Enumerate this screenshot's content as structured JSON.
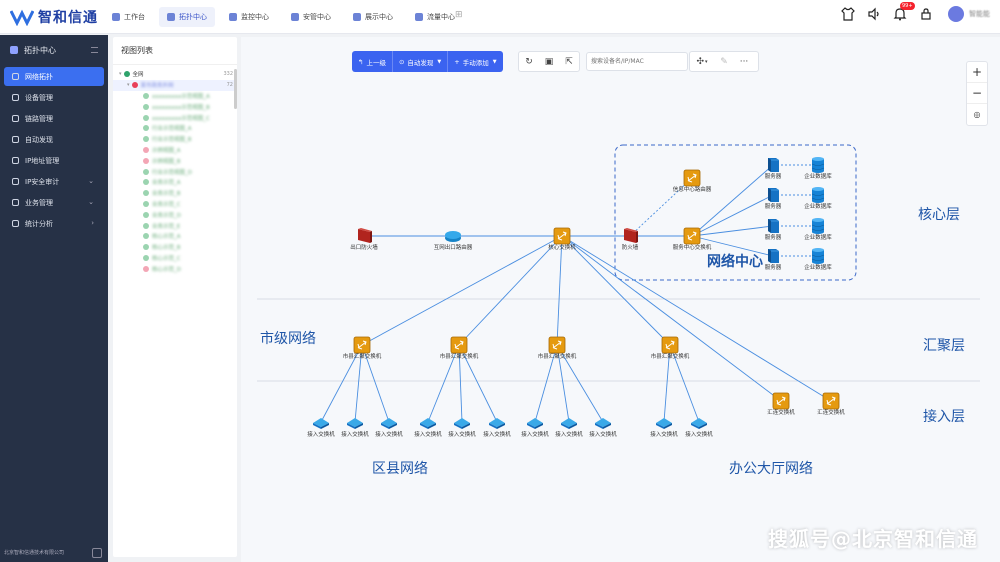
{
  "app": {
    "logo_text": "智和信通",
    "username": "智能能"
  },
  "nav": {
    "tabs": [
      {
        "label": "工作台"
      },
      {
        "label": "拓扑中心"
      },
      {
        "label": "监控中心"
      },
      {
        "label": "安管中心"
      },
      {
        "label": "展示中心"
      },
      {
        "label": "流量中心"
      }
    ],
    "notification_count": "99+"
  },
  "sidebar": {
    "title": "拓扑中心",
    "items": [
      {
        "label": "网络拓扑"
      },
      {
        "label": "设备管理"
      },
      {
        "label": "链路管理"
      },
      {
        "label": "自动发现"
      },
      {
        "label": "IP地址管理"
      },
      {
        "label": "IP安全审计"
      },
      {
        "label": "业务管理"
      },
      {
        "label": "统计分析"
      }
    ],
    "footer": "北京智和信通技术有限公司"
  },
  "viewpanel": {
    "title": "视图列表",
    "root_label": "全网",
    "root_count": "332",
    "group_label": "某市政务外网",
    "group_count": "72",
    "rows": [
      "xxxxxxxxx示范视图_A",
      "xxxxxxxxx示范视图_B",
      "xxxxxxxxx示范视图_C",
      "行业示范视图_A",
      "行业示范视图_B",
      "示例视图_A",
      "示例视图_B",
      "行业示范视图_D",
      "业务示范_A",
      "业务示范_B",
      "业务示范_C",
      "业务示范_D",
      "业务示范_E",
      "核心示范_A",
      "核心示范_B",
      "核心示范_C",
      "核心示范_D"
    ]
  },
  "toolbar": {
    "back": "上一级",
    "auto_discover": "自动发现",
    "manual_add": "手动添加",
    "search_placeholder": "搜索设备名/IP/MAC"
  },
  "topology": {
    "layers": {
      "core": "核心层",
      "aggregation": "汇聚层",
      "access": "接入层"
    },
    "groups": {
      "datacenter": "网络中心",
      "city": "市级网络",
      "county": "区县网络",
      "office": "办公大厅网络"
    },
    "nodes": {
      "gateway": "出口防火墙",
      "egress_router": "互网出口路由器",
      "core_switch": "核心交换机",
      "firewall": "防火墙",
      "dc_router": "信息中心路由器",
      "dc_switch": "服务中心交换机",
      "server": "服务器",
      "database": "企业数据库",
      "city_switch": "市县汇聚交换机",
      "access_switch": "接入交换机",
      "office_switch": "汇连交换机"
    }
  },
  "watermark": "搜狐号@北京智和信通",
  "colors": {
    "accent": "#3b63f0",
    "sidebar_bg": "#263146",
    "link": "#4a8ee0",
    "label_blue": "#1f56a8"
  }
}
